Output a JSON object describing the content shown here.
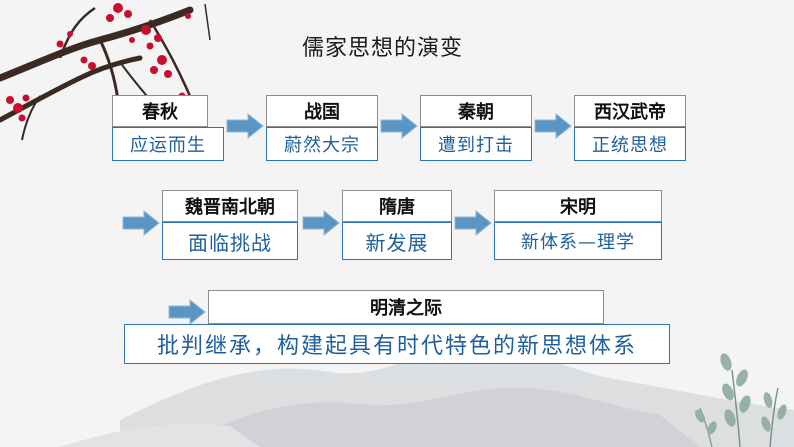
{
  "title": "儒家思想的演变",
  "colors": {
    "head_border": "#8c8c8c",
    "body_border": "#2e74b5",
    "body_text": "#1f5f9e",
    "arrow": "#5a95c4"
  },
  "nodes": [
    {
      "id": "chunqiu",
      "period": "春秋",
      "description": "应运而生"
    },
    {
      "id": "zhanguo",
      "period": "战国",
      "description": "蔚然大宗"
    },
    {
      "id": "qin",
      "period": "秦朝",
      "description": "遭到打击"
    },
    {
      "id": "xihan",
      "period": "西汉武帝",
      "description": "正统思想"
    },
    {
      "id": "weijin",
      "period": "魏晋南北朝",
      "description": "面临挑战"
    },
    {
      "id": "suitang",
      "period": "隋唐",
      "description": "新发展"
    },
    {
      "id": "songming",
      "period": "宋明",
      "description": "新体系—理学"
    },
    {
      "id": "mingqing",
      "period": "明清之际",
      "description": "批判继承，构建起具有时代特色的新思想体系"
    }
  ]
}
